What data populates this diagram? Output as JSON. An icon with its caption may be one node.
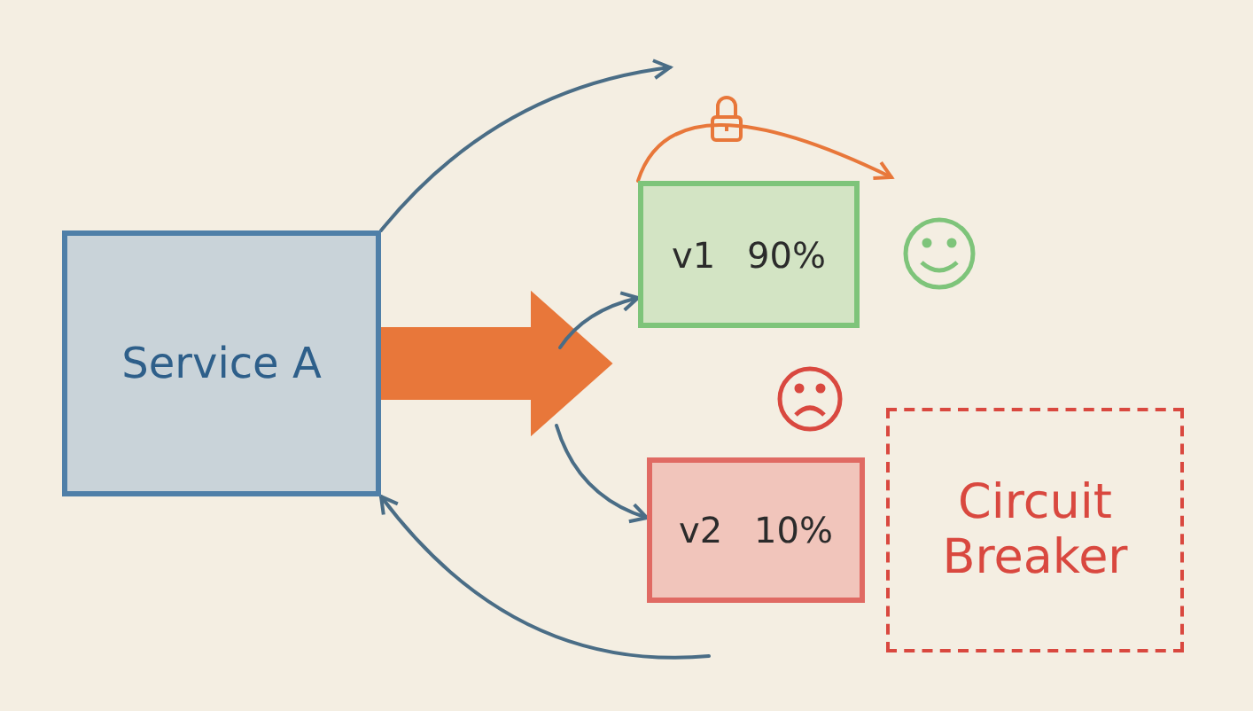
{
  "diagram": {
    "nodes": [
      {
        "text": [
          "Service A"
        ]
      },
      {
        "text": [
          "v1",
          "90%"
        ]
      },
      {
        "text": [
          "v2",
          "10%"
        ]
      },
      {
        "text": [
          "Circuit Breaker"
        ]
      }
    ],
    "edges": [
      {
        "from": 0,
        "to": null,
        "arrow": "to",
        "style": "thick",
        "color": "#e8773a"
      },
      {
        "from": null,
        "to": 1,
        "arrow": "to"
      },
      {
        "from": null,
        "to": 2,
        "arrow": "to"
      },
      {
        "from": 0,
        "to": null,
        "arrow": "to"
      },
      {
        "from": null,
        "to": 0,
        "arrow": "to"
      },
      {
        "from": 1,
        "to": null,
        "arrow": "to",
        "color": "#e8773a"
      }
    ]
  }
}
